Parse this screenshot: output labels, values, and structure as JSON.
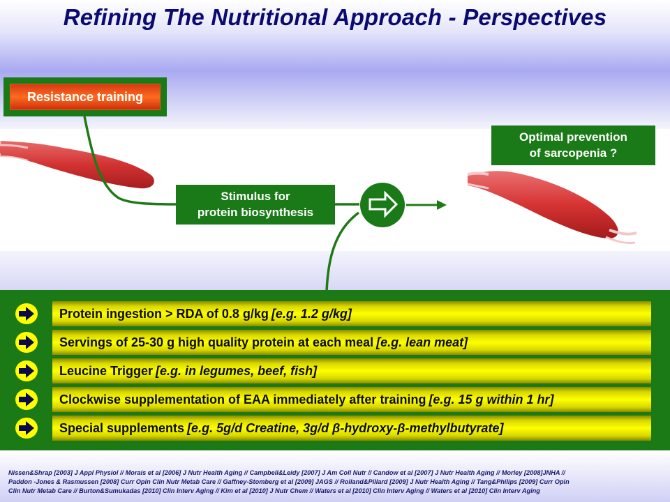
{
  "slide": {
    "title": "Refining The Nutritional Approach - Perspectives"
  },
  "diagram": {
    "resistance_training_label": "Resistance training",
    "stimulus_line1": "Stimulus for",
    "stimulus_line2": "protein biosynthesis",
    "outcome_line1": "Optimal prevention",
    "outcome_line2": "of sarcopenia ?",
    "arrow_icon": "right-arrow-icon",
    "colors": {
      "box_green": "#1a7a17",
      "resistance_orange": "#ff6b1f",
      "muscle_red": "#d73a3a"
    }
  },
  "recommendations": [
    {
      "text": "Protein ingestion > RDA of 0.8 g/kg ",
      "example": "[e.g. 1.2 g/kg]"
    },
    {
      "text": "Servings of 25-30 g high quality protein at each meal",
      "example": "[e.g. lean meat]"
    },
    {
      "text": "Leucine Trigger ",
      "example": "[e.g. in legumes, beef, fish]"
    },
    {
      "text": "Clockwise supplementation of EAA immediately after training",
      "example": "[e.g. 15 g within 1 hr]"
    },
    {
      "text": "Special supplements",
      "example": "[e.g. 5g/d Creatine, 3g/d β-hydroxy-β-methylbutyrate]"
    }
  ],
  "references": {
    "line1": "Nissen&Shrap [2003] J Appl Physiol // Morais et al [2006] J Nutr Health Aging // Campbell&Leidy [2007] J Am Coll Nutr // Candow et al  [2007] J Nutr Health Aging // Morley [2008]JNHA //",
    "line2": "Paddon -Jones & Rasmussen [2008] Curr Opin Clin Nutr Metab Care // Gaffney-Stomberg et al [2009] JAGS // Rolland&Pillard [2009] J Nutr Health Aging // Tang&Philips [2009] Curr Opin",
    "line3": "Clin Nutr Metab Care // Burton&Sumukadas [2010] Clin Interv Aging // Kim et al [2010] J Nutr Chem // Waters et al [2010] Clin Interv Aging // Waters et al [2010] Clin Interv Aging"
  }
}
